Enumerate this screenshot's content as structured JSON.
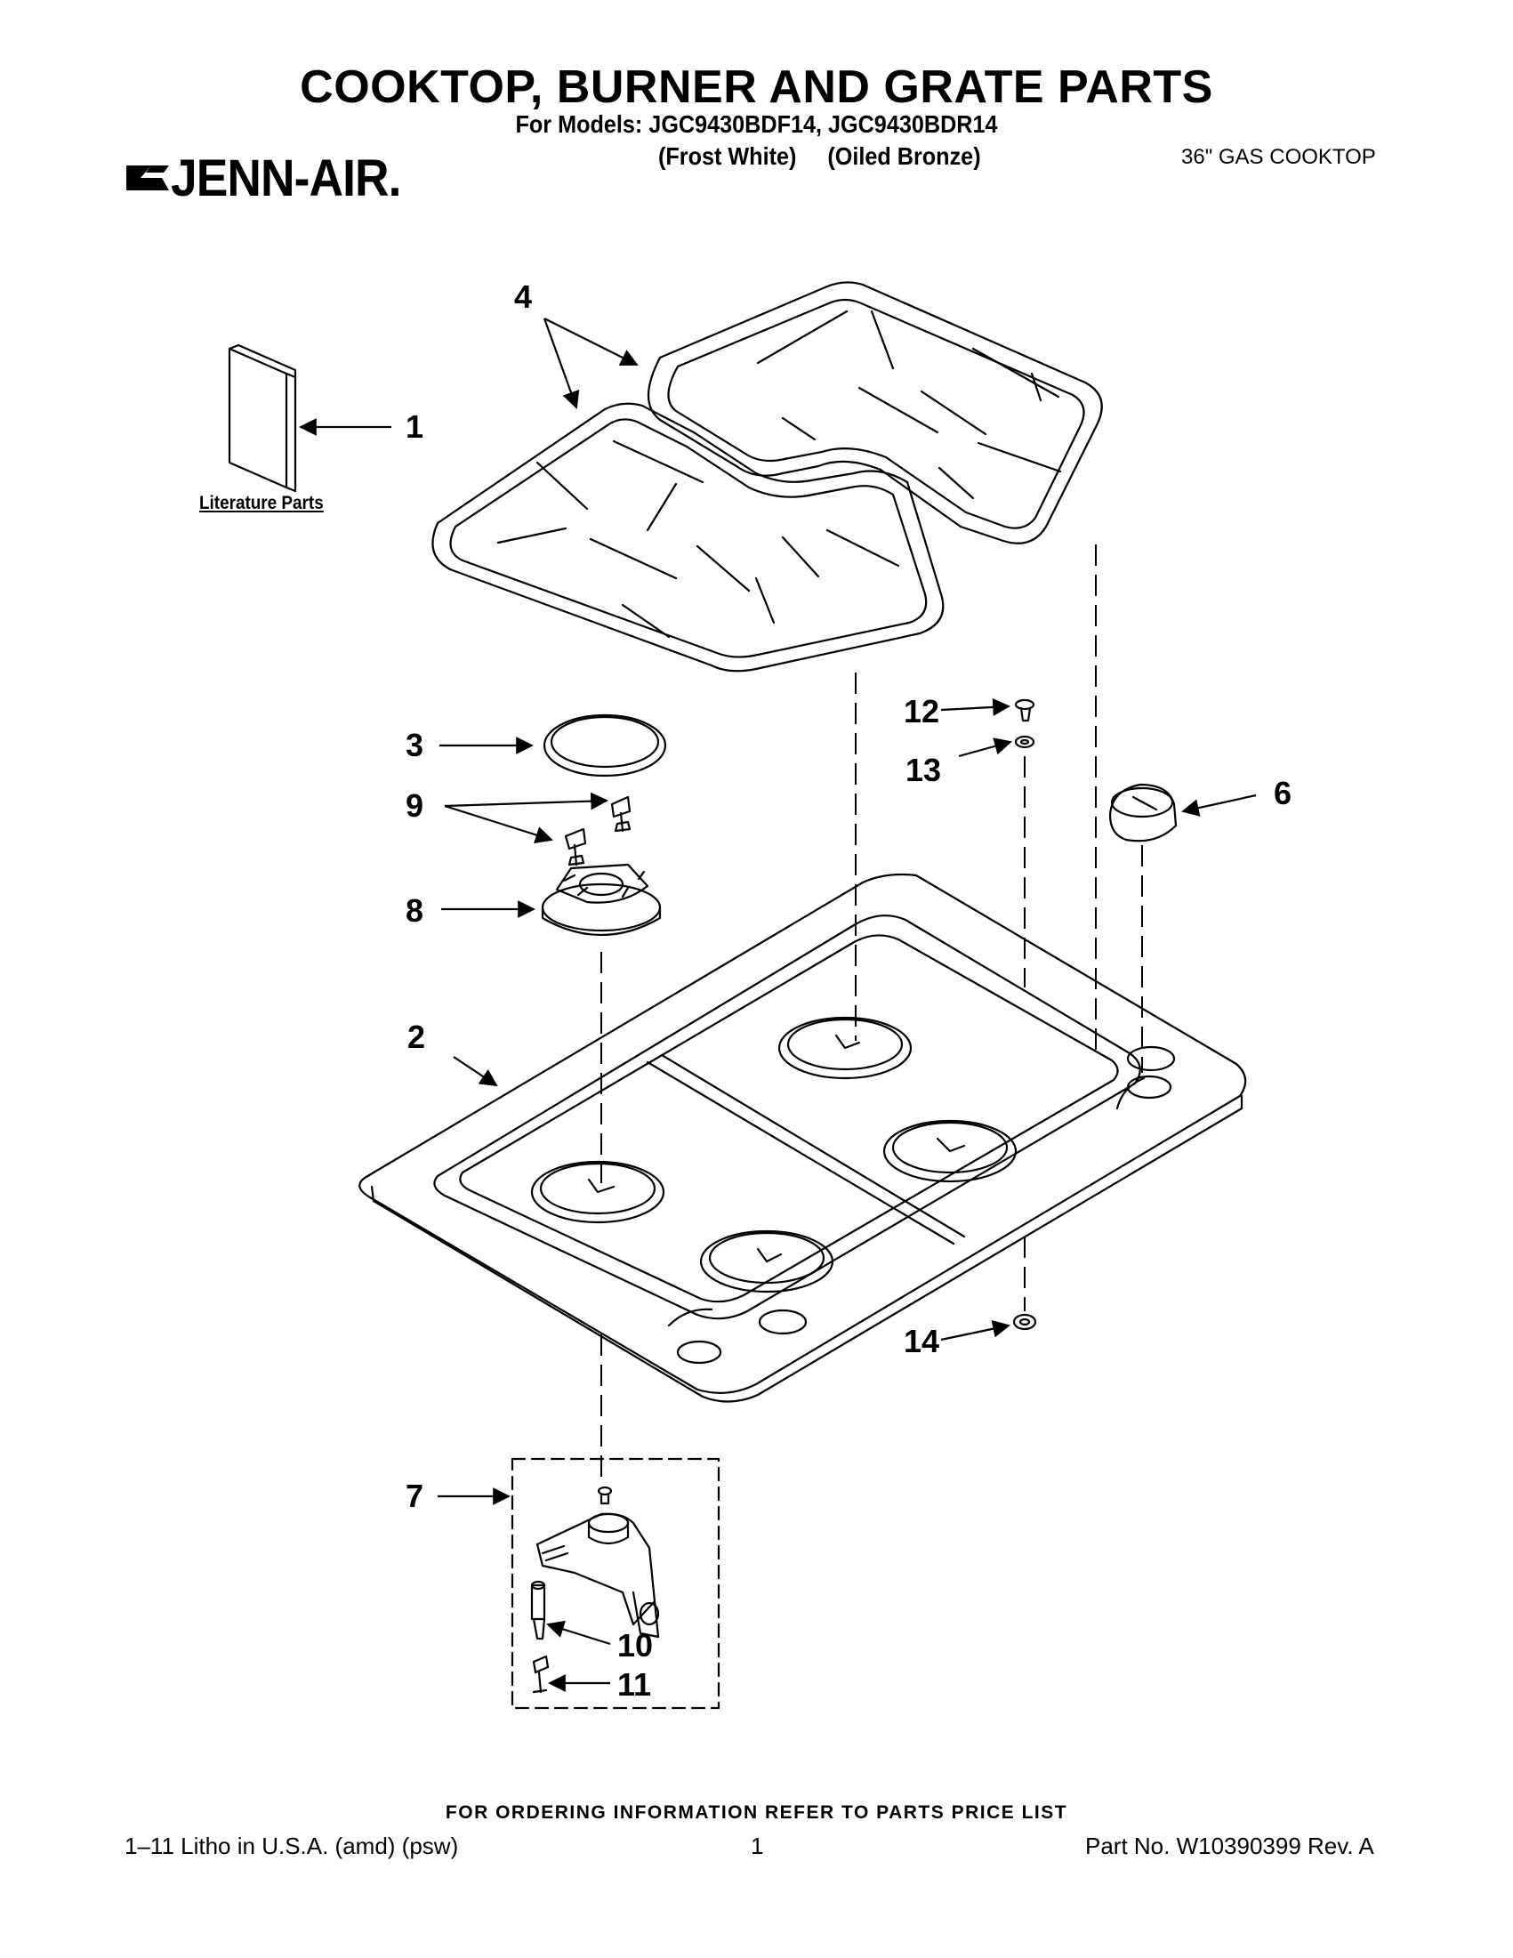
{
  "header": {
    "title": "COOKTOP, BURNER AND GRATE PARTS",
    "models_line": "For Models: JGC9430BDF14, JGC9430BDR14",
    "variants_line": "(Frost White)     (Oiled Bronze)",
    "cooktop_type": "36\" GAS COOKTOP",
    "brand": "JENN-AIR."
  },
  "diagram": {
    "literature_label": "Literature Parts",
    "callouts": [
      "1",
      "2",
      "3",
      "4",
      "6",
      "7",
      "8",
      "9",
      "10",
      "11",
      "12",
      "13",
      "14"
    ]
  },
  "footer": {
    "ordering_note": "FOR ORDERING INFORMATION REFER TO PARTS PRICE LIST",
    "litho": "1–11 Litho in U.S.A. (amd) (psw)",
    "page_number": "1",
    "part_number": "Part No. W10390399 Rev. A"
  },
  "colors": {
    "ink": "#000000",
    "paper": "#ffffff"
  }
}
